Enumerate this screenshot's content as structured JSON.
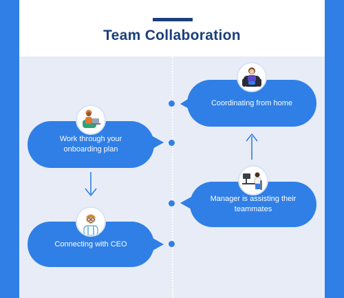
{
  "title": "Team Collaboration",
  "steps": [
    {
      "label": "Coordinating from home",
      "icon": "person-in-armchair-icon"
    },
    {
      "label": "Work through your onboarding plan",
      "icon": "person-with-laptop-icon"
    },
    {
      "label": "Manager is assisting their teammates",
      "icon": "person-at-desk-icon"
    },
    {
      "label": "Connecting with CEO",
      "icon": "person-with-glasses-icon"
    }
  ],
  "colors": {
    "accent": "#2f7fe6",
    "title": "#1b3f7a",
    "panel": "#e8ecf7"
  }
}
